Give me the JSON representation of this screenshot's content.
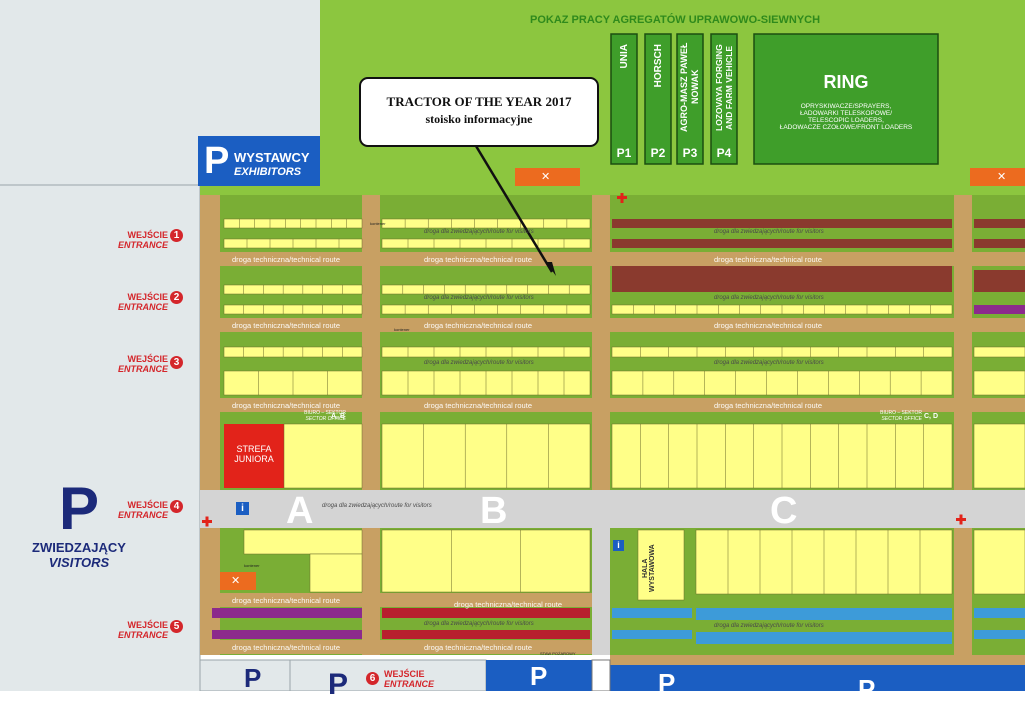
{
  "colors": {
    "light_green": "#8cc63f",
    "field_green": "#7aae35",
    "dark_green": "#3f7f1e",
    "tan": "#c8a063",
    "yellow": "#ffff88",
    "brown": "#8a3a2e",
    "blue": "#1b5ec2",
    "light_blue": "#3d9bd9",
    "red": "#d4262b",
    "navy": "#1c2a7a",
    "orange": "#ec6b1f",
    "purple": "#8c2a8c",
    "grey": "#d4d4d4"
  },
  "demo_area": {
    "title": "POKAZ PRACY AGREGATÓW UPRAWOWO-SIEWNYCH",
    "plots": [
      {
        "name": "UNIA",
        "code": "P1"
      },
      {
        "name": "HORSCH",
        "code": "P2"
      },
      {
        "name": "AGRO-MASZ PAWEŁ NOWAK",
        "code": "P3"
      },
      {
        "name": "LOZOVAYA FORGING AND FARM VEHICLE",
        "code": "P4"
      }
    ],
    "ring": {
      "title": "RING",
      "lines": [
        "OPRYSKIWACZE/SPRAYERS,",
        "ŁADOWARKI TELESKOPOWE/",
        "TELESCOPIC LOADERS,",
        "ŁADOWACZE CZOŁOWE/FRONT LOADERS"
      ]
    }
  },
  "callout": {
    "title": "TRACTOR OF THE YEAR 2017",
    "subtitle": "stoisko informacyjne"
  },
  "parking_exhibitors": {
    "letter": "P",
    "pl": "WYSTAWCY",
    "en": "EXHIBITORS"
  },
  "parking_visitors": {
    "letter": "P",
    "pl": "ZWIEDZAJĄCY",
    "en": "VISITORS"
  },
  "entrances": [
    {
      "num": "1",
      "pl": "WEJŚCIE",
      "en": "ENTRANCE"
    },
    {
      "num": "2",
      "pl": "WEJŚCIE",
      "en": "ENTRANCE"
    },
    {
      "num": "3",
      "pl": "WEJŚCIE",
      "en": "ENTRANCE"
    },
    {
      "num": "4",
      "pl": "WEJŚCIE",
      "en": "ENTRANCE"
    },
    {
      "num": "5",
      "pl": "WEJŚCIE",
      "en": "ENTRANCE"
    },
    {
      "num": "6",
      "pl": "WEJŚCIE",
      "en": "ENTRANCE"
    }
  ],
  "sectors": [
    "A",
    "B",
    "C"
  ],
  "tech_route": "droga techniczna/technical route",
  "visitor_route": "droga dla zwiedzających/route for visitors",
  "junior_zone": {
    "line1": "STREFA",
    "line2": "JUNIORA"
  },
  "hall": "HALA WYSTAWOWA",
  "sector_office_ab": {
    "pl": "BIURO – SEKTOR",
    "en": "SECTOR OFFICE",
    "sectors": "A, B"
  },
  "sector_office_cd": {
    "pl": "BIURO – SEKTOR",
    "en": "SECTOR OFFICE",
    "sectors": "C, D"
  },
  "container": "kontener",
  "fire_pond": "STAW POŻAROWY",
  "bottom_parking": [
    "P",
    "P",
    "P",
    "P",
    "P"
  ]
}
